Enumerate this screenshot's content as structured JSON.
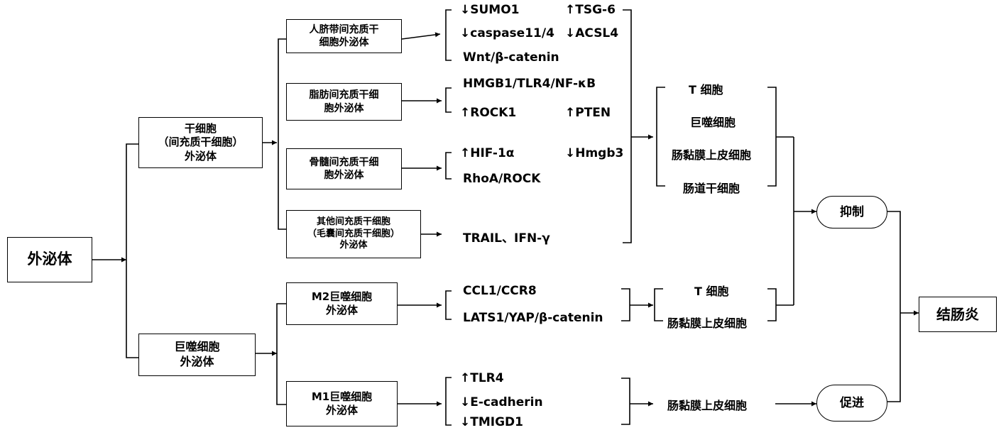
{
  "root": {
    "label": "外泌体"
  },
  "sources": {
    "stem": {
      "line1": "干细胞",
      "line2": "（间充质干细胞）",
      "line3": "外泌体"
    },
    "macro": {
      "line1": "巨噬细胞",
      "line2": "外泌体"
    }
  },
  "subs": {
    "umbilical": {
      "line1": "人脐带间充质干",
      "line2": "细胞外泌体"
    },
    "adipose": {
      "line1": "脂肪间充质干细",
      "line2": "胞外泌体"
    },
    "marrow": {
      "line1": "骨髓间充质干细",
      "line2": "胞外泌体"
    },
    "other": {
      "line1": "其他间充质干细胞",
      "line2": "（毛囊间充质干细胞）",
      "line3": "外泌体"
    },
    "m2": {
      "line1": "M2巨噬细胞",
      "line2": "外泌体"
    },
    "m1": {
      "line1": "M1巨噬细胞",
      "line2": "外泌体"
    }
  },
  "mechanisms": {
    "sumo1": "↓SUMO1",
    "tsg6": "↑TSG-6",
    "caspase": "↓caspase11/4",
    "acsl4": "↓ACSL4",
    "wnt": "Wnt/β-catenin",
    "hmgb1": "HMGB1/TLR4/NF-κB",
    "rock1": "↑ROCK1",
    "pten": "↑PTEN",
    "hif": "↑HIF-1α",
    "hmgb3": "↓Hmgb3",
    "rhoa": "RhoA/ROCK",
    "trail": "TRAIL、IFN-γ",
    "ccl1": "CCL1/CCR8",
    "lats1": "LATS1/YAP/β-catenin",
    "tlr4": "↑TLR4",
    "ecad": "↓E-cadherin",
    "tmigd1": "↓TMIGD1"
  },
  "targets": {
    "group1": [
      "T 细胞",
      "巨噬细胞",
      "肠黏膜上皮细胞",
      "肠道干细胞"
    ],
    "group2": [
      "T 细胞",
      "肠黏膜上皮细胞"
    ],
    "group3": "肠黏膜上皮细胞"
  },
  "effects": {
    "inhibit": "抑制",
    "promote": "促进"
  },
  "outcome": {
    "label": "结肠炎"
  }
}
